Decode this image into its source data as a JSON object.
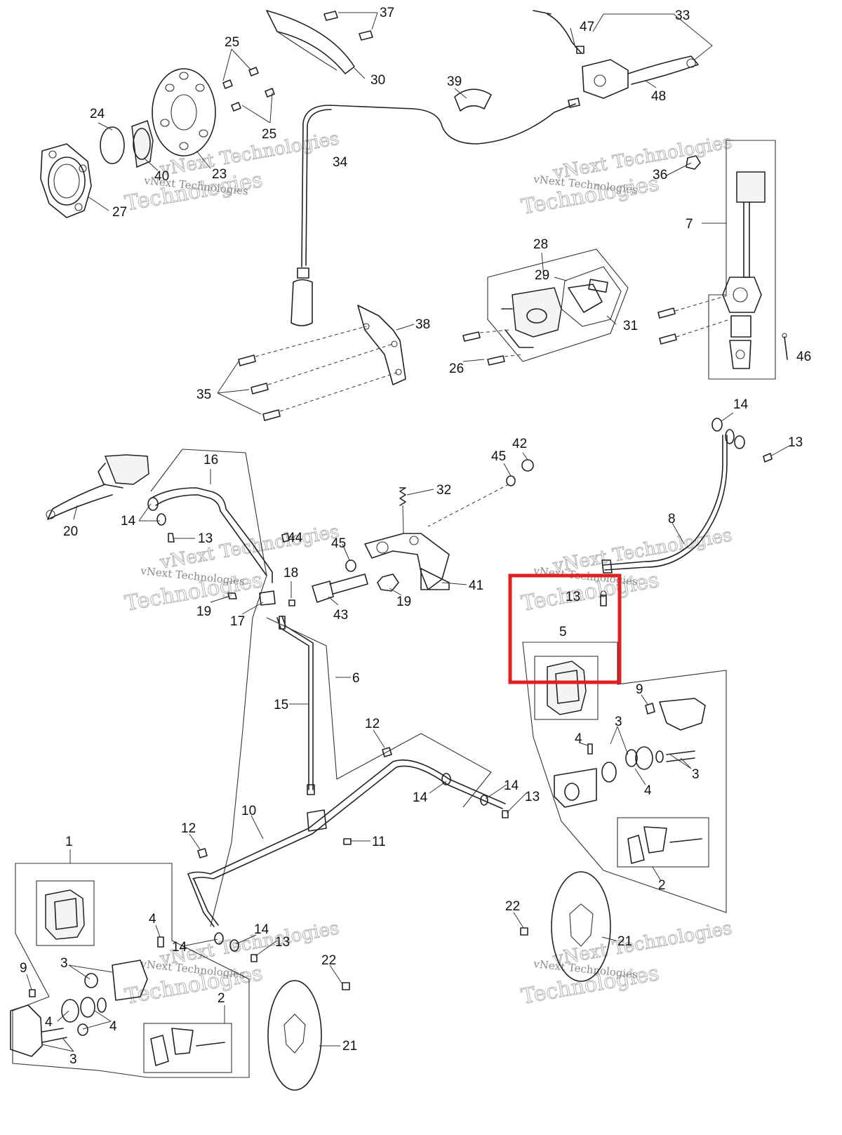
{
  "watermark": {
    "line1": "vNext Technologies",
    "line2": "Technologies"
  },
  "callouts": {
    "c37": "37",
    "c33": "33",
    "c47": "47",
    "c25a": "25",
    "c25b": "25",
    "c30": "30",
    "c39": "39",
    "c48": "48",
    "c24": "24",
    "c40": "40",
    "c23": "23",
    "c27": "27",
    "c34": "34",
    "c36": "36",
    "c7": "7",
    "c28": "28",
    "c29": "29",
    "c31": "31",
    "c26": "26",
    "c38": "38",
    "c35": "35",
    "c46": "46",
    "c14a": "14",
    "c13a": "13",
    "c42": "42",
    "c45a": "45",
    "c32": "32",
    "c16": "16",
    "c20": "20",
    "c14b": "14",
    "c13b": "13",
    "c44": "44",
    "c45b": "45",
    "c8": "8",
    "c18": "18",
    "c41": "41",
    "c19a": "19",
    "c19b": "19",
    "c17": "17",
    "c43": "43",
    "c13c": "13",
    "c5": "5",
    "c6": "6",
    "c9a": "9",
    "c15": "15",
    "c12a": "12",
    "c3a": "3",
    "c4a": "4",
    "c3b": "3",
    "c4b": "4",
    "c14c": "14",
    "c14d": "14",
    "c13d": "13",
    "c10": "10",
    "c11": "11",
    "c2a": "2",
    "c12b": "12",
    "c1": "1",
    "c22a": "22",
    "c21a": "21",
    "c4c": "4",
    "c14e": "14",
    "c14f": "14",
    "c13e": "13",
    "c9b": "9",
    "c3c": "3",
    "c4d": "4",
    "c4e": "4",
    "c3d": "3",
    "c22b": "22",
    "c2b": "2",
    "c21b": "21"
  },
  "highlight_color": "#e02020"
}
